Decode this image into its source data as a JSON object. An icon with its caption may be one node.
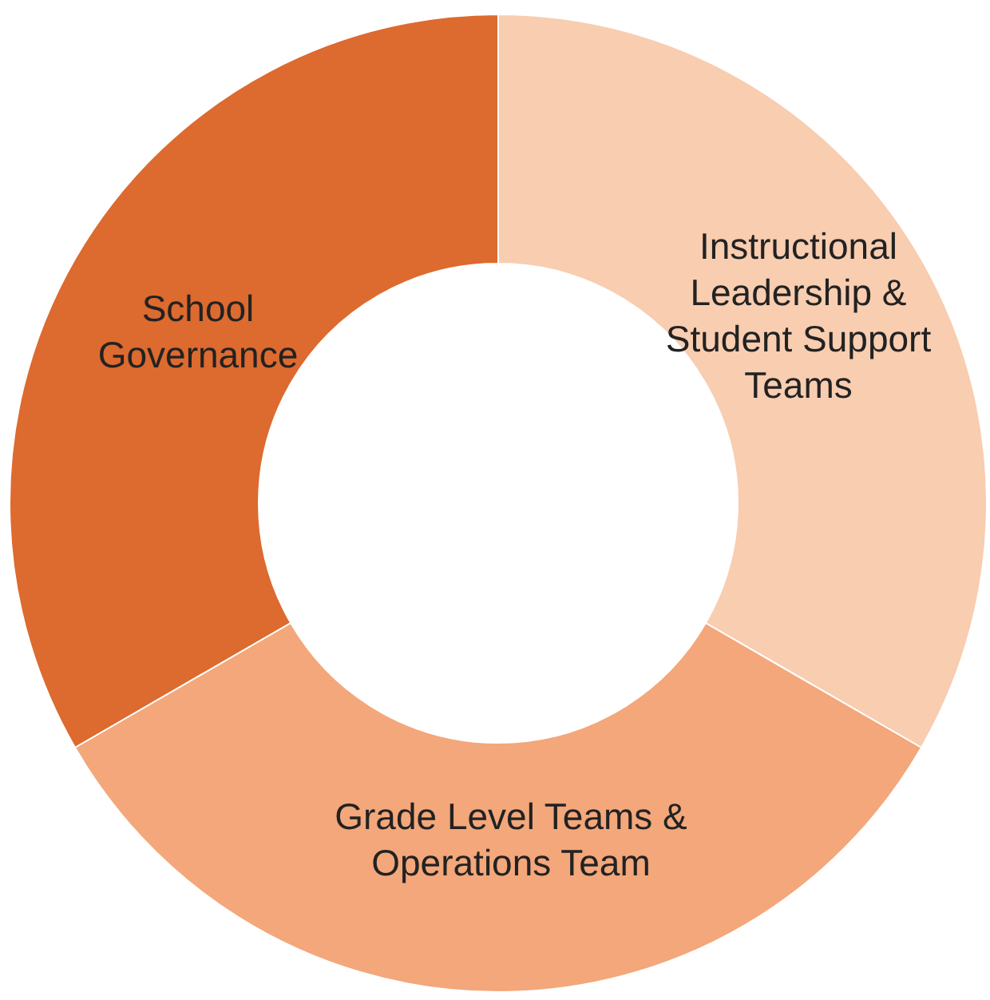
{
  "diagram": {
    "nodes": [
      {
        "text": [
          "School Governance"
        ]
      },
      {
        "text": [
          "Instructional Leadership & Student Support Teams"
        ]
      },
      {
        "text": [
          "Grade Level Teams & Operations Team"
        ]
      }
    ]
  }
}
